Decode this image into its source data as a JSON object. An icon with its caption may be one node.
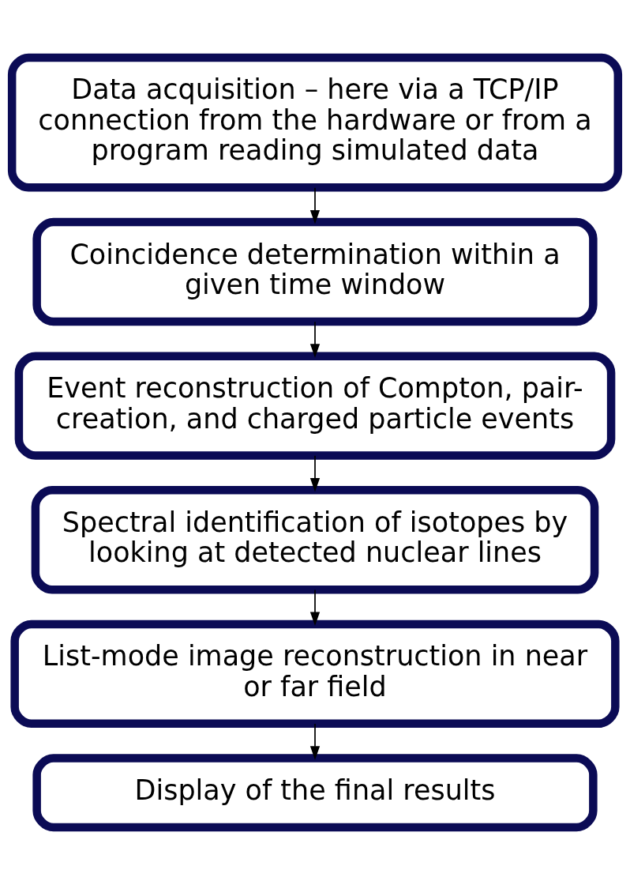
{
  "diagram": {
    "nodes": [
      {
        "text": [
          "Data acquisition – here via a TCP/IP connection from the hardware or from a program reading simulated data"
        ]
      },
      {
        "text": [
          "Coincidence determination within a given time window"
        ]
      },
      {
        "text": [
          "Event reconstruction of Compton, pair-creation, and charged particle events"
        ]
      },
      {
        "text": [
          "Spectral identification of isotopes by looking at detected nuclear lines"
        ]
      },
      {
        "text": [
          "List-mode image reconstruction in near or far field"
        ]
      },
      {
        "text": [
          "Display of the final results"
        ]
      }
    ],
    "edges": [
      {
        "from": 0,
        "to": 1,
        "arrow": "to"
      },
      {
        "from": 1,
        "to": 2,
        "arrow": "to"
      },
      {
        "from": 2,
        "to": 3,
        "arrow": "to"
      },
      {
        "from": 3,
        "to": 4,
        "arrow": "to"
      },
      {
        "from": 4,
        "to": 5,
        "arrow": "to"
      }
    ]
  }
}
